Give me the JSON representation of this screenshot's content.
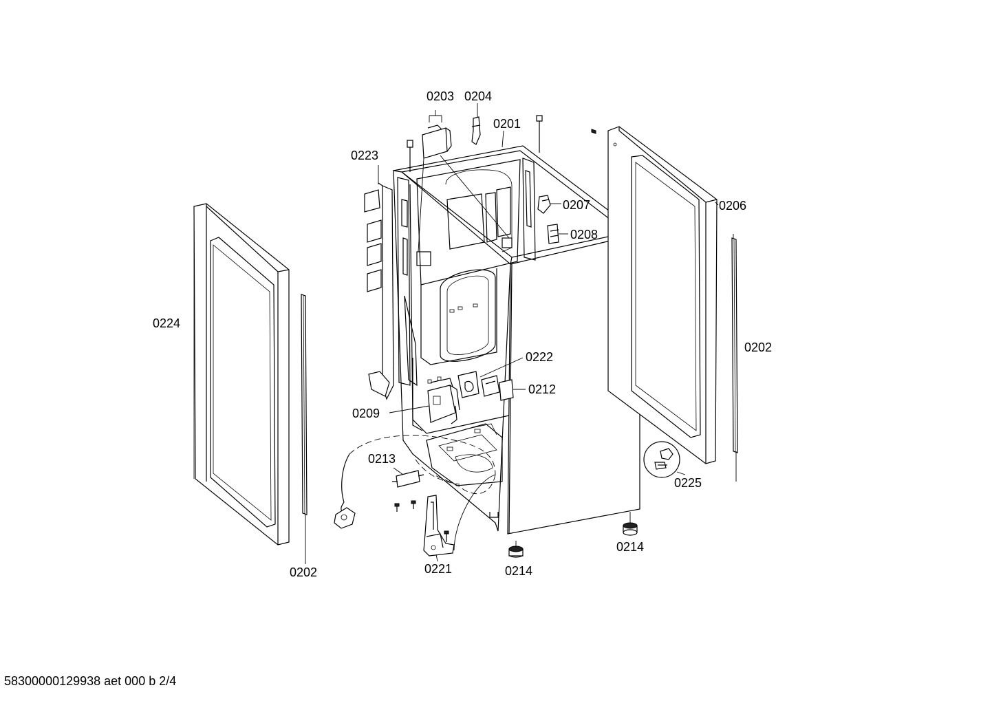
{
  "labels": {
    "p0201": "0201",
    "p0202_left": "0202",
    "p0202_right": "0202",
    "p0203": "0203",
    "p0204": "0204",
    "p0206": "0206",
    "p0207": "0207",
    "p0208": "0208",
    "p0209": "0209",
    "p0212": "0212",
    "p0213": "0213",
    "p0214_left": "0214",
    "p0214_right": "0214",
    "p0221": "0221",
    "p0222": "0222",
    "p0223": "0223",
    "p0224": "0224",
    "p0225": "0225"
  },
  "document_number": "58300000129938 aet 000 b 2/4"
}
